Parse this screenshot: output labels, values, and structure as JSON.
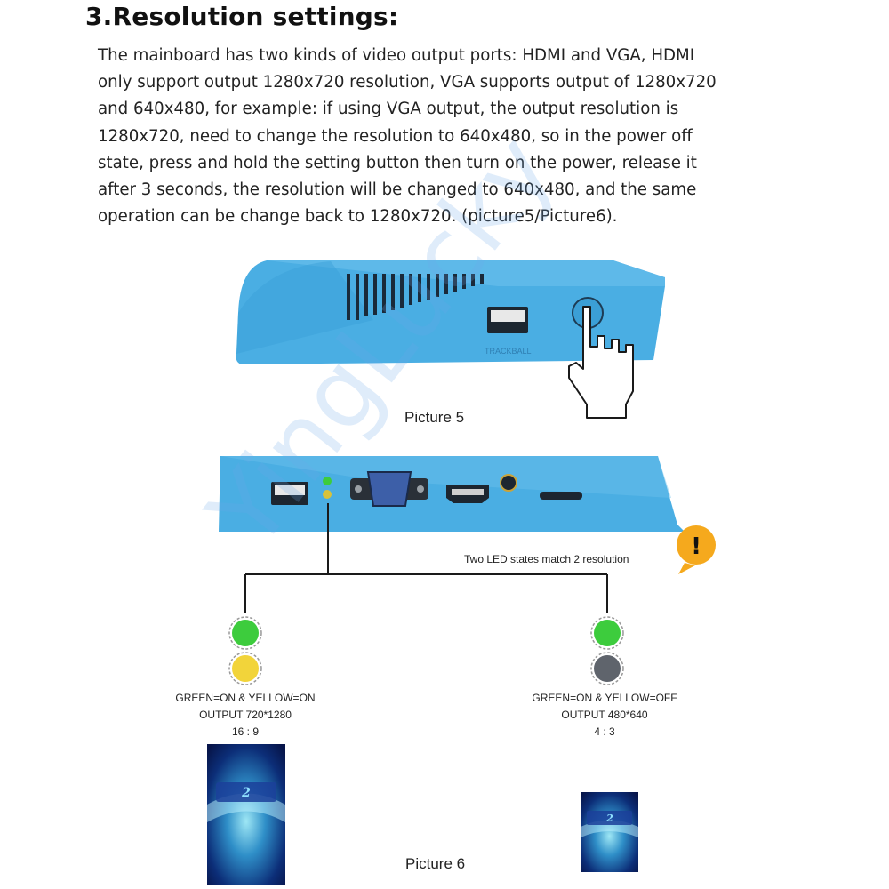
{
  "heading": "3.Resolution settings:",
  "paragraph_lines": [
    "The mainboard has two kinds of video output ports: HDMI and VGA, HDMI",
    "only support output 1280x720 resolution, VGA supports output of 1280x720",
    "and 640x480, for example: if using VGA output, the output resolution is",
    "1280x720, need to change the resolution to 640x480, so in the power off",
    "state, press and hold the setting button then turn on the power, release it",
    "after 3 seconds, the resolution will be changed to 640x480, and the same",
    "operation can be change back to 1280x720. (picture5/Picture6)."
  ],
  "picture5_caption": "Picture 5",
  "picture6_caption": "Picture 6",
  "led_note": "Two LED states match 2 resolution",
  "warning_glyph": "!",
  "states": {
    "left": {
      "line1": "GREEN=ON & YELLOW=ON",
      "line2": "OUTPUT 720*1280",
      "line3": "16 : 9",
      "led_top_color": "#3dcc3d",
      "led_bottom_color": "#f2d43a"
    },
    "right": {
      "line1": "GREEN=ON & YELLOW=OFF",
      "line2": "OUTPUT 480*640",
      "line3": "4 : 3",
      "led_top_color": "#3dcc3d",
      "led_bottom_color": "#5f646c"
    }
  },
  "port_labels": {
    "trackball": "TRACKBALL"
  },
  "watermark": "YingLucky",
  "colors": {
    "device_blue": "#4aaee3",
    "device_blue_dark": "#2f8fc6",
    "accent_orange": "#f5a91d"
  }
}
